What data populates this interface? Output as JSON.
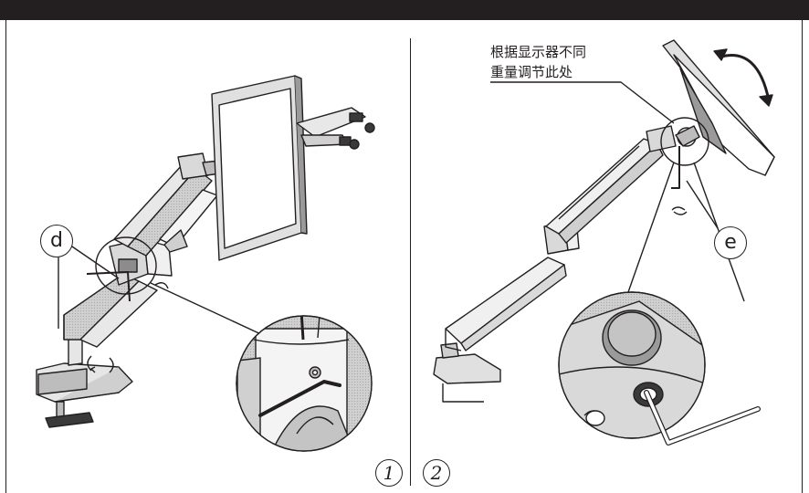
{
  "steps": {
    "one": {
      "label": "1"
    },
    "two": {
      "label": "2"
    }
  },
  "callouts": {
    "d": "d",
    "e": "e"
  },
  "note": {
    "line1": "根据显示器不同",
    "line2": "重量调节此处"
  },
  "colors": {
    "ink": "#231f20",
    "panel_gray": "#d9d9d9",
    "dark_gray": "#8c8c8c"
  },
  "icons": [
    "rotate-arrow-icon",
    "hex-key-icon",
    "rotate-small-icon"
  ]
}
